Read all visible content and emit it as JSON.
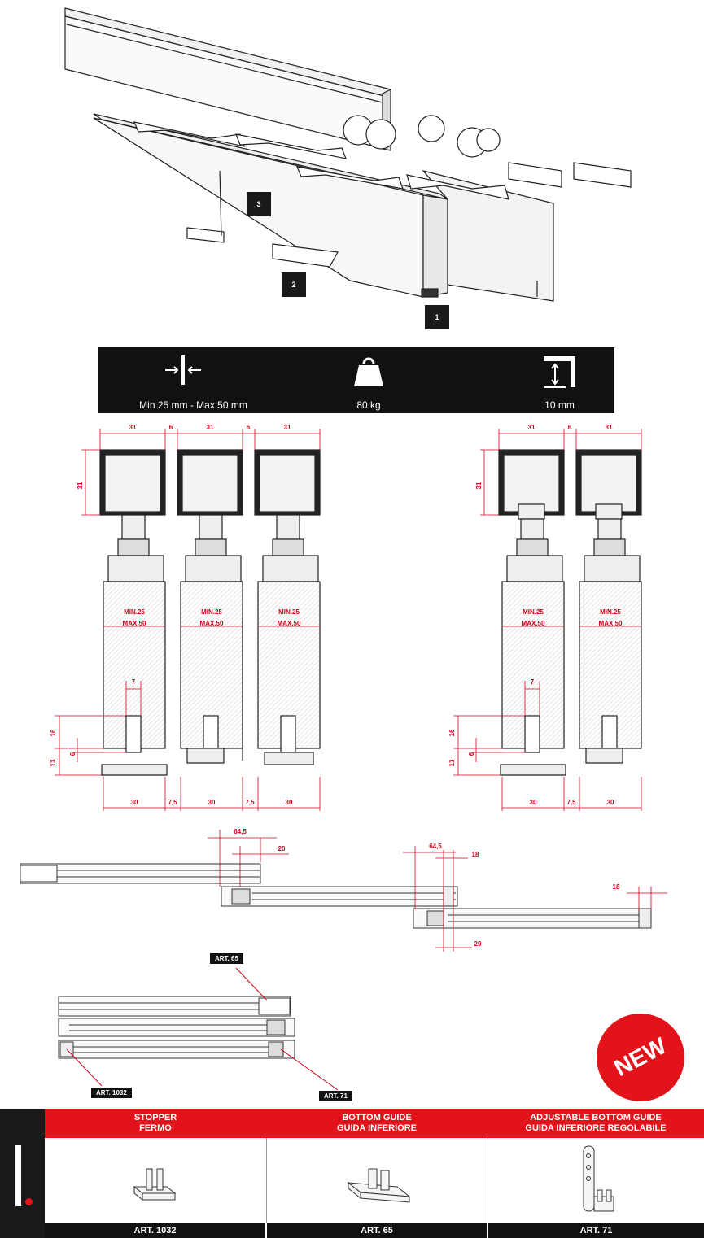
{
  "callouts": [
    "1",
    "2",
    "3"
  ],
  "specs": {
    "thickness": "Min 25 mm  - Max 50 mm",
    "weight": "80 kg",
    "clearance": "10 mm"
  },
  "section_left": {
    "top_dims": [
      "31",
      "6",
      "31",
      "6",
      "31"
    ],
    "height_dim": "31",
    "min_label": "MIN.25",
    "max_label": "MAX.50",
    "slot_dim": "7",
    "side_dims": [
      "16",
      "6",
      "13"
    ],
    "bottom_dims": [
      "30",
      "7,5",
      "30",
      "7,5",
      "30"
    ]
  },
  "section_right": {
    "top_dims": [
      "31",
      "6",
      "31"
    ],
    "height_dim": "31",
    "min_label": "MIN.25",
    "max_label": "MAX.50",
    "slot_dim": "7",
    "side_dims": [
      "16",
      "6",
      "13"
    ],
    "bottom_dims": [
      "30",
      "7,5",
      "30"
    ]
  },
  "plan_view": {
    "dims_a": [
      "64,5",
      "20"
    ],
    "dims_b": [
      "64,5",
      "18",
      "20"
    ],
    "dim_c": "18"
  },
  "art_tags": {
    "art65": "ART. 65",
    "art1032": "ART. 1032",
    "art71": "ART. 71"
  },
  "new_badge": "NEW",
  "products": [
    {
      "title1": "STOPPER",
      "title2": "FERMO",
      "art": "ART. 1032"
    },
    {
      "title1": "BOTTOM GUIDE",
      "title2": "GUIDA INFERIORE",
      "art": "ART. 65"
    },
    {
      "title1": "ADJUSTABLE BOTTOM GUIDE",
      "title2": "GUIDA INFERIORE REGOLABILE",
      "art": "ART. 71"
    }
  ],
  "colors": {
    "accent": "#e3131b",
    "dark": "#111111",
    "dim": "#d0021b"
  }
}
